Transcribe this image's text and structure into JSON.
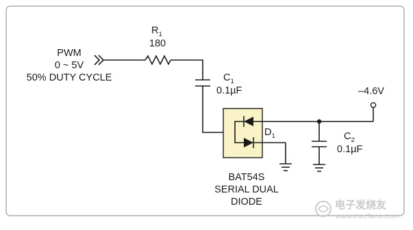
{
  "input": {
    "name": "PWM",
    "range": "0 ~ 5V",
    "duty": "50% DUTY CYCLE"
  },
  "r1": {
    "ref": "R",
    "sub": "1",
    "value": "180"
  },
  "c1": {
    "ref": "C",
    "sub": "1",
    "value": "0.1µF"
  },
  "c2": {
    "ref": "C",
    "sub": "2",
    "value": "0.1µF"
  },
  "d1": {
    "ref": "D",
    "sub": "1",
    "part": "BAT54S",
    "desc_line1": "SERIAL DUAL",
    "desc_line2": "DIODE"
  },
  "output": {
    "value": "–4.6V"
  },
  "colors": {
    "frame": "#9a9a9a",
    "wire": "#1a1a1a",
    "diode_package": "#fbf3c8",
    "watermark": "#c9c9c9"
  },
  "watermark": {
    "cn": "电子发烧友",
    "url": "www.elecfans.com"
  }
}
